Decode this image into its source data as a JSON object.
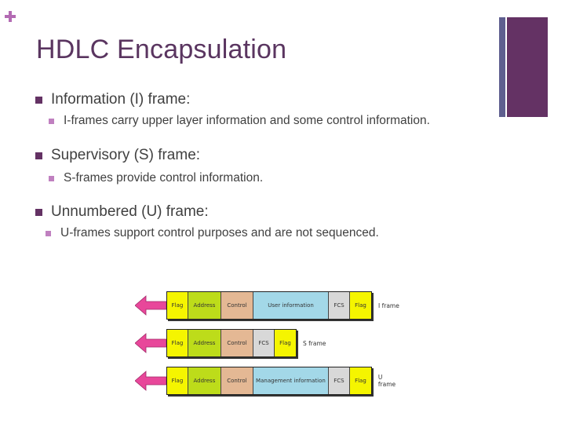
{
  "slide": {
    "title": "HDLC Encapsulation",
    "accent_colors": {
      "title": "#5a3560",
      "bar_thick": "#643264",
      "bar_thin": "#5f5f8f",
      "plus": "#b36bb3"
    }
  },
  "bullets": [
    {
      "text": "Information (I) frame:",
      "sub": [
        "I-frames carry upper layer information and some control information."
      ]
    },
    {
      "text": "Supervisory (S) frame:",
      "sub": [
        "S-frames provide control information."
      ]
    },
    {
      "text": "Unnumbered (U) frame:",
      "sub": [
        "U-frames support control purposes and are not sequenced."
      ]
    }
  ],
  "diagram": {
    "frames": [
      {
        "label": "I frame",
        "fields": [
          "Flag",
          "Address",
          "Control",
          "User information",
          "FCS",
          "Flag"
        ]
      },
      {
        "label": "S frame",
        "fields": [
          "Flag",
          "Address",
          "Control",
          "FCS",
          "Flag"
        ]
      },
      {
        "label": "U frame",
        "fields": [
          "Flag",
          "Address",
          "Control",
          "Management information",
          "FCS",
          "Flag"
        ]
      }
    ]
  }
}
